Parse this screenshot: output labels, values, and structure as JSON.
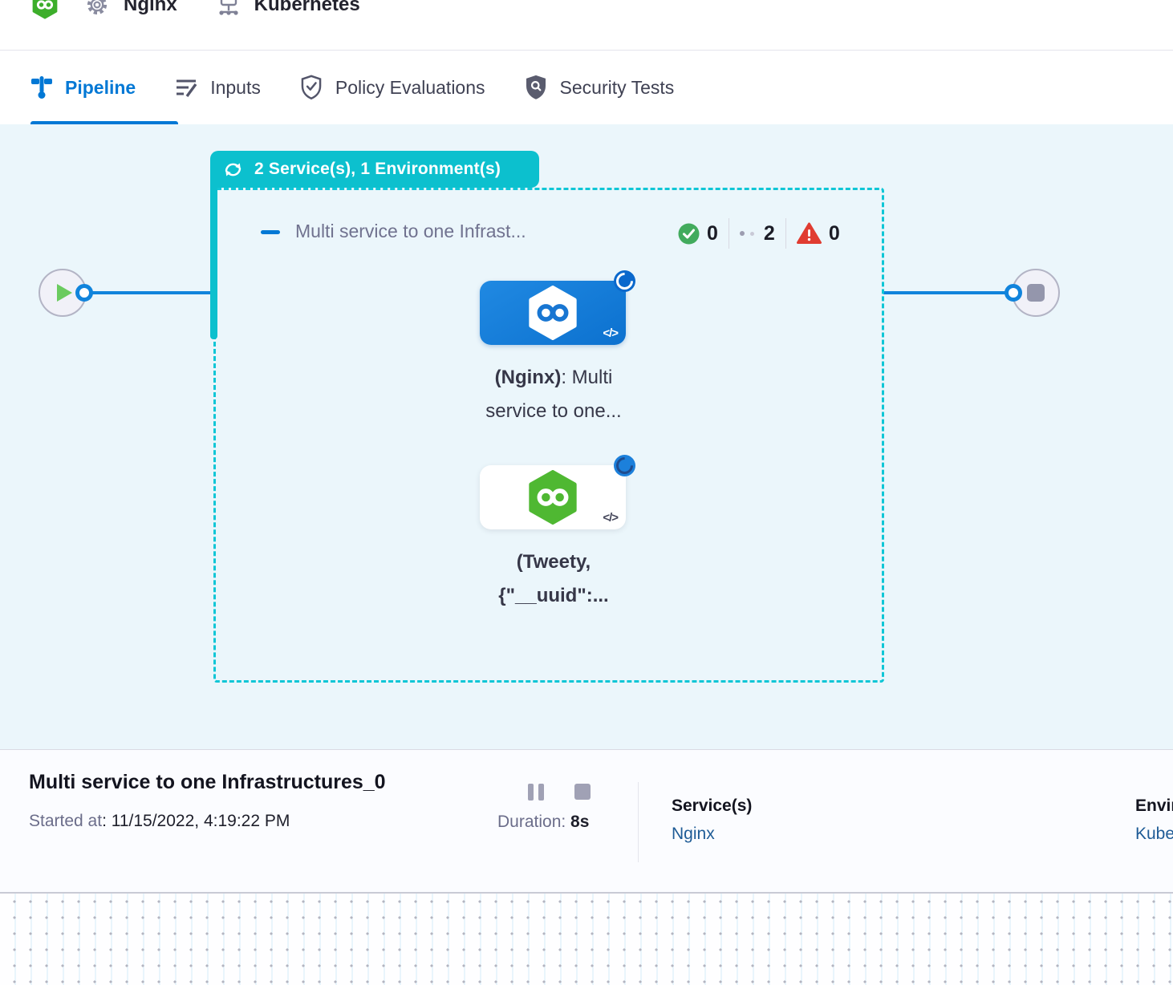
{
  "header": {
    "project_name": "Nginx",
    "environment_name": "Kubernetes"
  },
  "tabs": [
    {
      "label": "Pipeline",
      "active": true
    },
    {
      "label": "Inputs",
      "active": false
    },
    {
      "label": "Policy Evaluations",
      "active": false
    },
    {
      "label": "Security Tests",
      "active": false
    }
  ],
  "canvas": {
    "stage_badge_label": "2 Service(s), 1 Environment(s)",
    "stage_name": "Multi service to one Infrast...",
    "counts": {
      "success": "0",
      "running": "2",
      "failed": "0"
    },
    "code_icon": "</>",
    "nginx_node": {
      "label_bold": "(Nginx)",
      "label_after": ": Multi",
      "label_line2": "service to one..."
    },
    "tweety_node": {
      "label_line1": "(Tweety,",
      "label_line2": "{\"__uuid\":..."
    }
  },
  "footer": {
    "title": "Multi service to one Infrastructures_0",
    "started_label": "Started at",
    "started_value": ": 11/15/2022, 4:19:22 PM",
    "duration_label": "Duration:",
    "duration_value": " 8s",
    "services_label": "Service(s)",
    "services_value": "Nginx",
    "environments_label": "Environment(s)",
    "environments_value": "Kubernetes"
  },
  "colors": {
    "accent_blue": "#0278D5",
    "edge_blue": "#1184DC",
    "teal": "#0CC0CE",
    "canvas_bg": "#EBF6FB",
    "success_green": "#42AB5D",
    "fail_red": "#E03C31",
    "harness_green": "#4FB832",
    "link_blue": "#1E5B96"
  }
}
